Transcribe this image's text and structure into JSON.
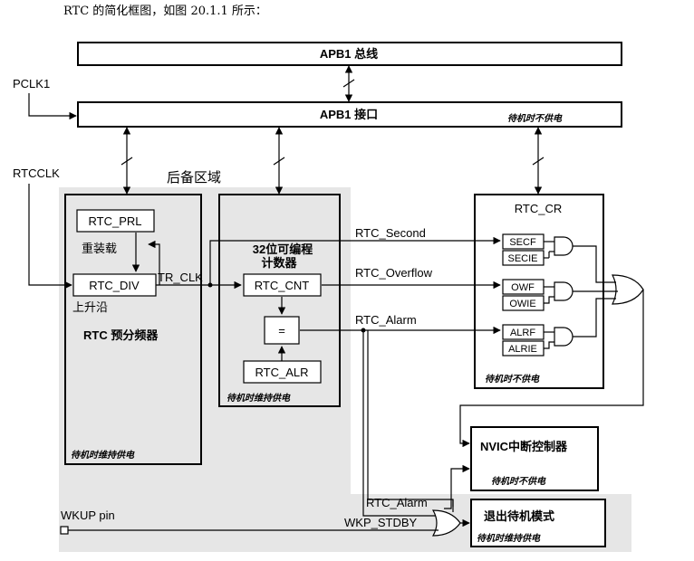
{
  "caption": "RTC 的简化框图，如图 20.1.1 所示：",
  "apb1_bus": "APB1 总线",
  "pclk1": "PCLK1",
  "apb1_interface": "APB1 接口",
  "no_power_standby": "待机时不供电",
  "rtcclk": "RTCCLK",
  "backup_domain": "后备区域",
  "rtc_prl": "RTC_PRL",
  "reload": "重装载",
  "rtc_div": "RTC_DIV",
  "tr_clk": "TR_CLK",
  "rising_edge": "上升沿",
  "prescaler_label": "RTC 预分频器",
  "maintain_power": "待机时维持供电",
  "counter_title_line1": "32位可编程",
  "counter_title_line2": "计数器",
  "rtc_cnt": "RTC_CNT",
  "eq": "=",
  "rtc_alr": "RTC_ALR",
  "rtc_cr": "RTC_CR",
  "rtc_second": "RTC_Second",
  "rtc_overflow": "RTC_Overflow",
  "rtc_alarm": "RTC_Alarm",
  "secf": "SECF",
  "secie": "SECIE",
  "owf": "OWF",
  "owie": "OWIE",
  "alrf": "ALRF",
  "alrie": "ALRIE",
  "nvic": "NVIC中断控制器",
  "wkup_pin": "WKUP pin",
  "wkp_stdby": "WKP_STDBY",
  "rtc_alarm2": "RTC_Alarm",
  "exit_standby": "退出待机模式"
}
